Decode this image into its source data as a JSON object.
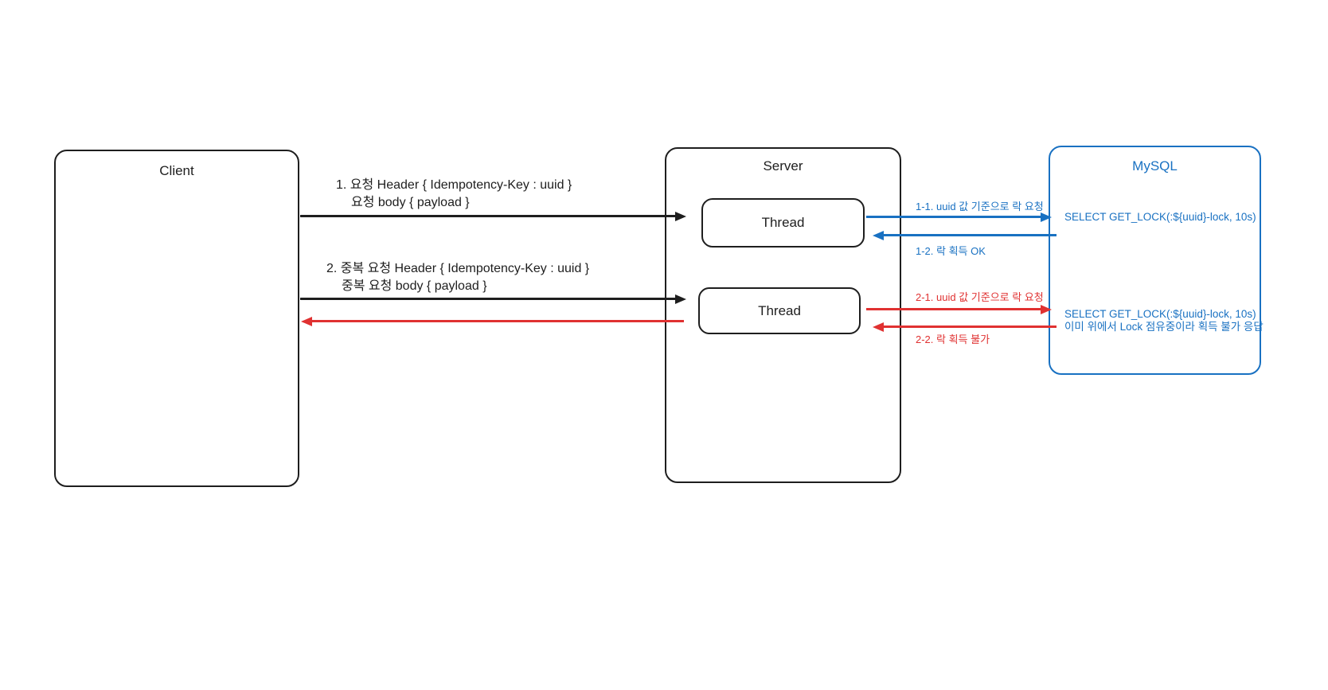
{
  "colors": {
    "ink": "#1e1e1e",
    "blue": "#1971c2",
    "red": "#e03131",
    "background": "#ffffff"
  },
  "nodes": {
    "client": {
      "title": "Client"
    },
    "server": {
      "title": "Server"
    },
    "thread1": {
      "label": "Thread"
    },
    "thread2": {
      "label": "Thread"
    },
    "mysql": {
      "title": "MySQL"
    }
  },
  "messages": {
    "request1_line1": "1. 요청 Header { Idempotency-Key : uuid }",
    "request1_line2": "요청 body { payload }",
    "request2_line1": "2. 중복 요청 Header { Idempotency-Key : uuid }",
    "request2_line2": "중복 요청 body { payload }",
    "lock1_request": "1-1. uuid 값 기준으로 락 요청",
    "lock1_ok": "1-2. 락 획득 OK",
    "lock2_request": "2-1. uuid 값 기준으로 락 요청",
    "lock2_fail": "2-2. 락 획득 불가",
    "mysql_lock1_query": "SELECT GET_LOCK(:${uuid}-lock, 10s)",
    "mysql_lock2_query": "SELECT GET_LOCK(:${uuid}-lock, 10s)",
    "mysql_lock2_response": "이미 위에서 Lock 점유중이라 획득 불가 응답"
  }
}
